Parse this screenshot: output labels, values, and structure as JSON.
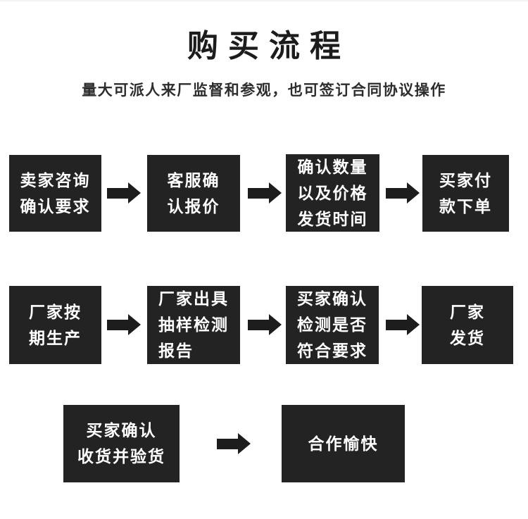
{
  "header": {
    "title": "购买流程",
    "subtitle": "量大可派人来厂监督和参观，也可签订合同协议操作"
  },
  "colors": {
    "box_bg": "#232323",
    "box_text": "#ffffff",
    "arrow": "#1d1d1d",
    "title": "#1c1c1c",
    "subtitle": "#2d2d2d",
    "background": "#ffffff"
  },
  "flow": {
    "rows": [
      {
        "steps": [
          {
            "label": "卖家咨询\n确认要求"
          },
          {
            "label": "客服确\n认报价"
          },
          {
            "label": "确认数量\n以及价格\n发货时间"
          },
          {
            "label": "买家付\n款下单"
          }
        ]
      },
      {
        "steps": [
          {
            "label": "厂家按\n期生产"
          },
          {
            "label": "厂家出具\n抽样检测\n报告"
          },
          {
            "label": "买家确认\n检测是否\n符合要求"
          },
          {
            "label": "厂家\n发货"
          }
        ]
      },
      {
        "steps": [
          {
            "label": "买家确认\n收货并验货"
          },
          {
            "label": "合作愉快"
          }
        ]
      }
    ]
  }
}
